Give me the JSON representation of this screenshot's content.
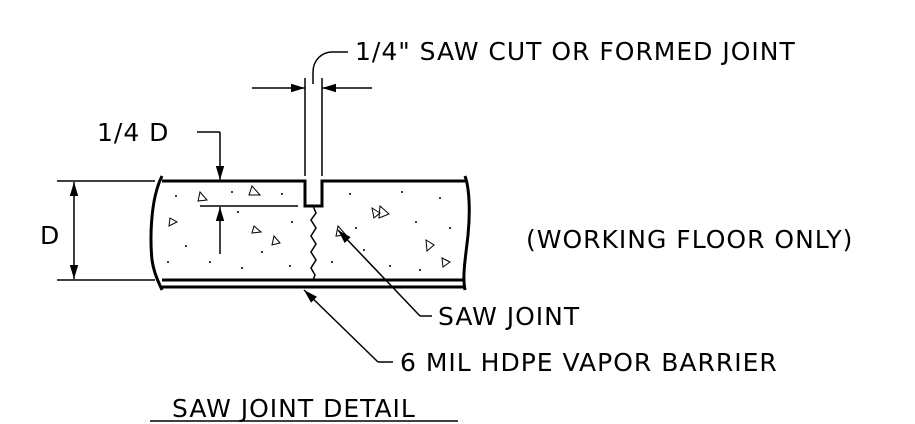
{
  "drawing": {
    "title": "SAW JOINT DETAIL",
    "labels": {
      "saw_cut": "1/4\" SAW CUT OR FORMED JOINT",
      "quarter_depth": "1/4 D",
      "depth": "D",
      "working_floor": "(WORKING FLOOR ONLY)",
      "saw_joint": "SAW JOINT",
      "vapor_barrier": "6 MIL HDPE VAPOR BARRIER"
    },
    "colors": {
      "ink": "#000000",
      "background": "#ffffff"
    }
  }
}
